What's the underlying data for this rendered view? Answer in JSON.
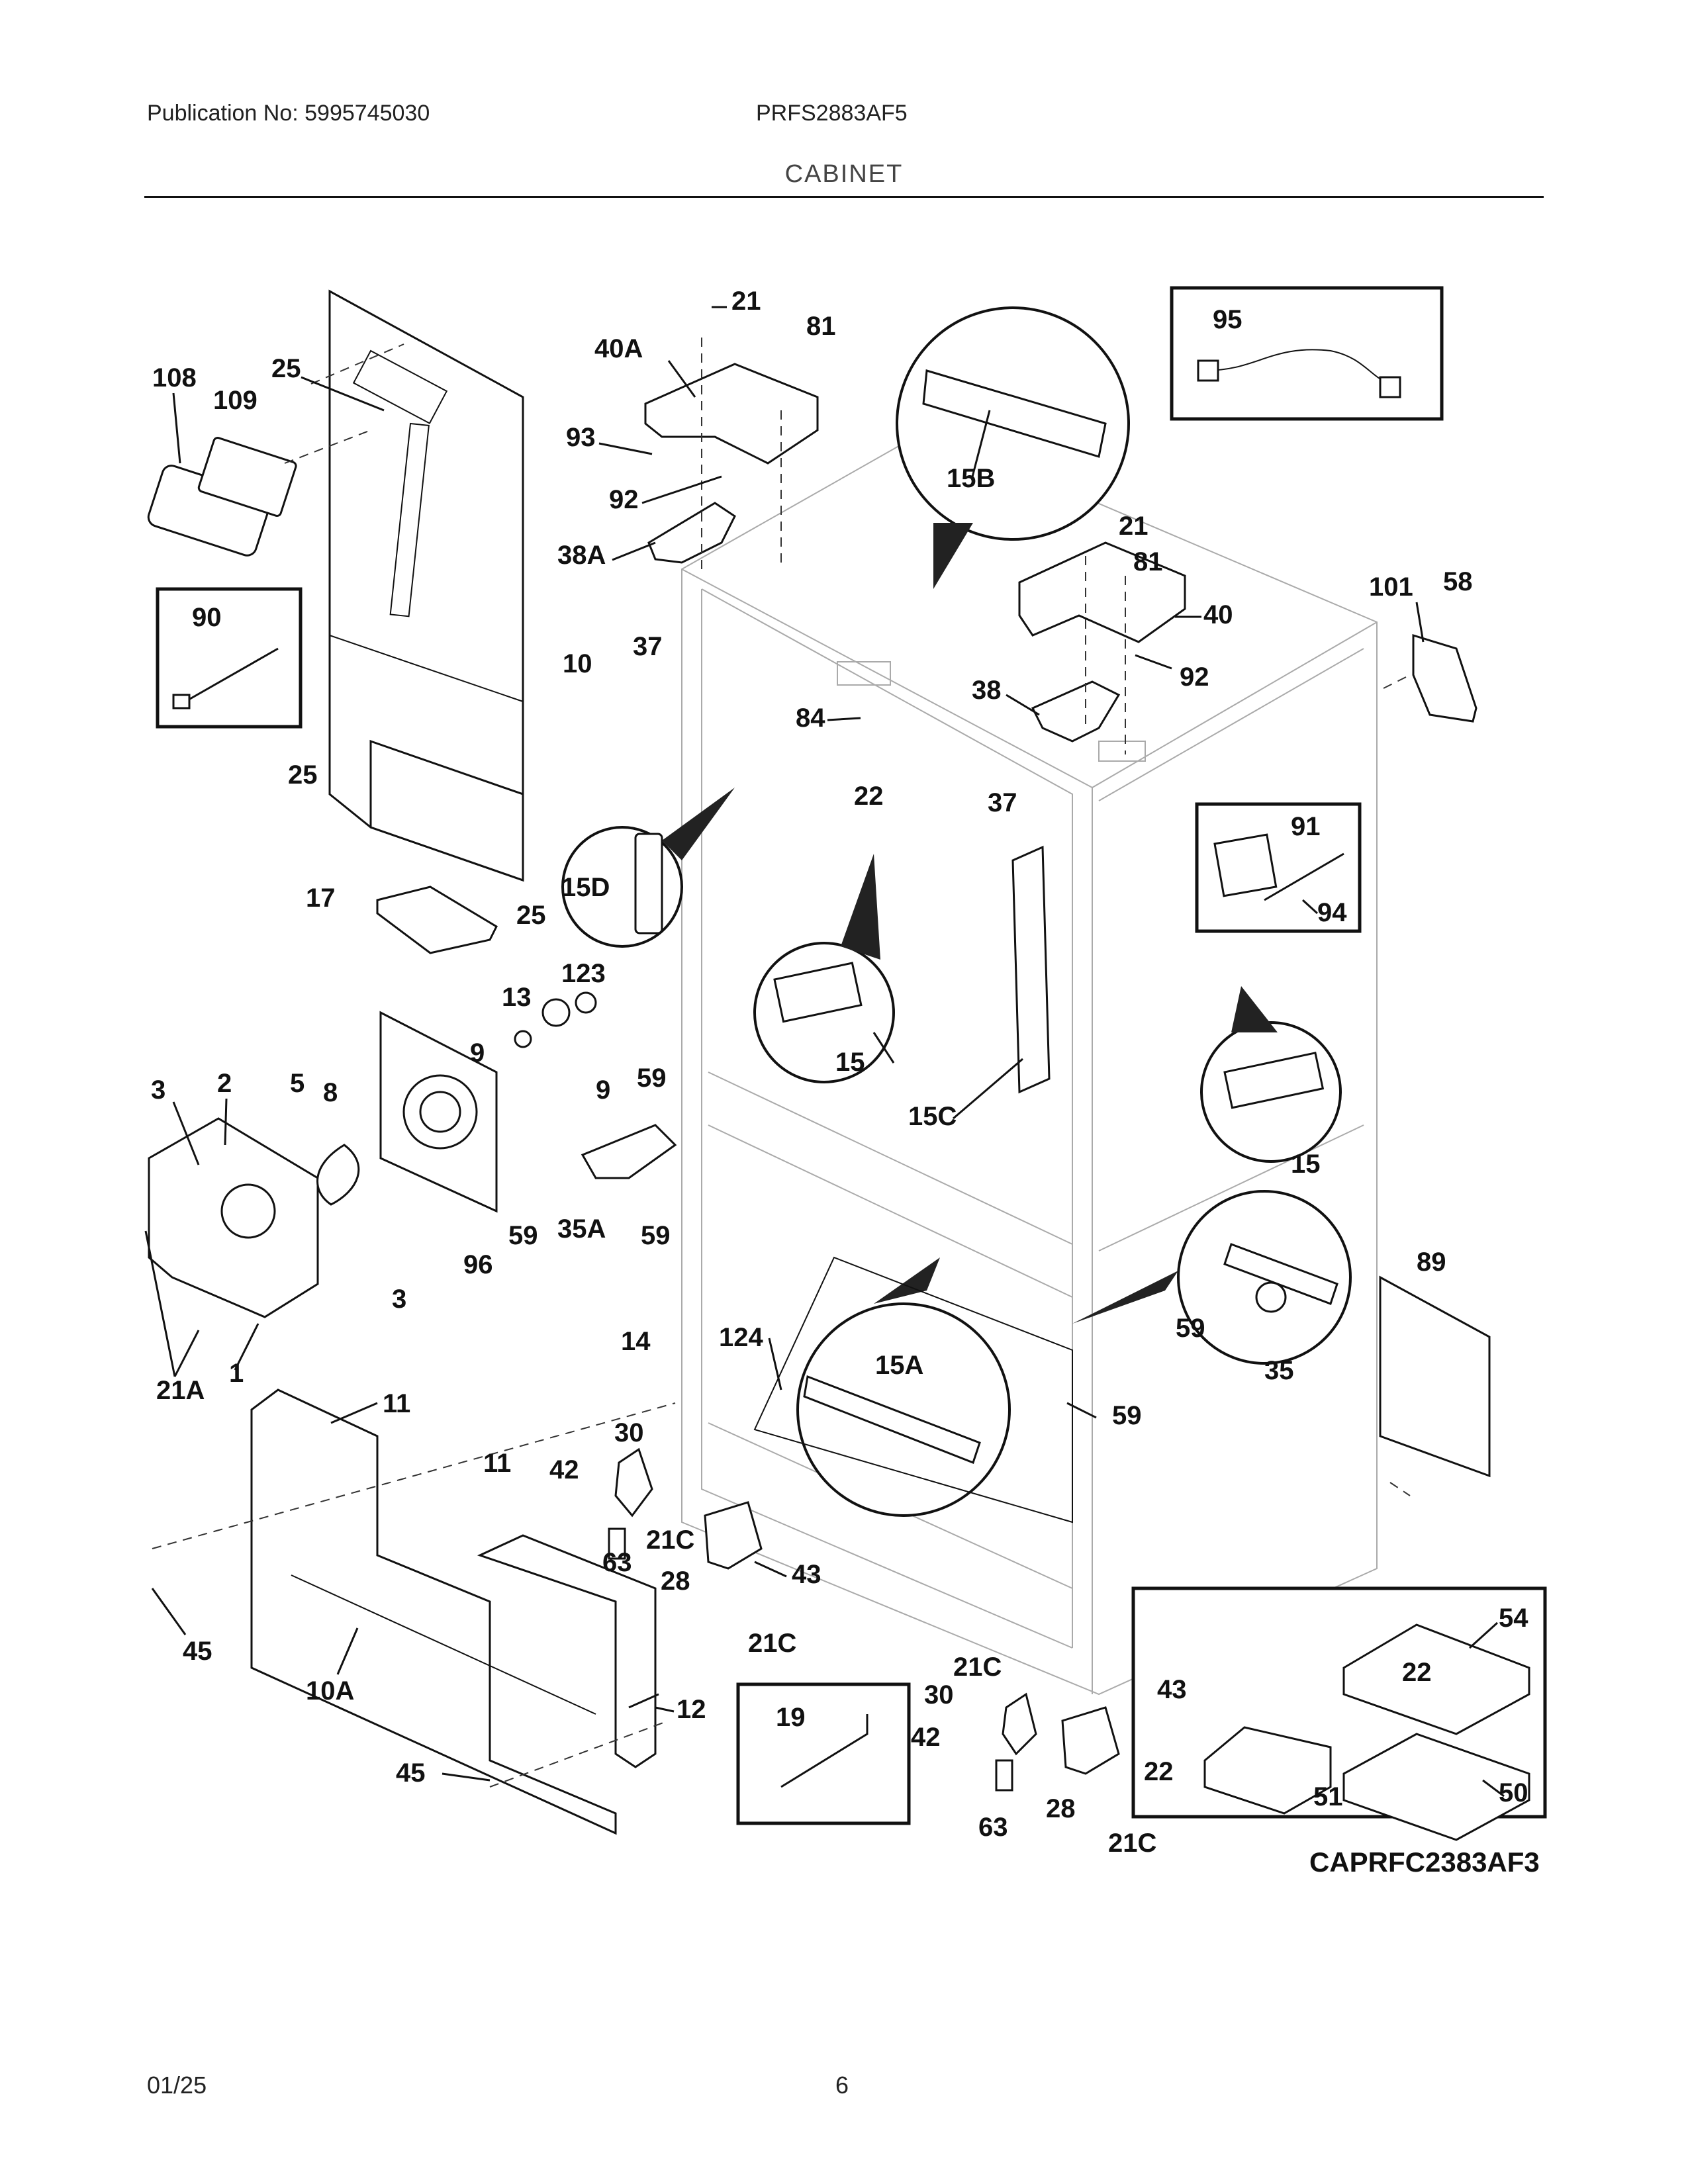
{
  "header": {
    "publication": "Publication No: 5995745030",
    "model": "PRFS2883AF5",
    "section_title": "CABINET"
  },
  "diagram": {
    "code": "CAPRFC2383AF3",
    "callouts": [
      "108",
      "25",
      "109",
      "90",
      "25",
      "17",
      "25",
      "10",
      "21",
      "81",
      "40A",
      "93",
      "92",
      "38A",
      "37",
      "15B",
      "95",
      "21",
      "81",
      "40",
      "92",
      "38",
      "101",
      "58",
      "84",
      "22",
      "37",
      "91",
      "94",
      "15D",
      "13",
      "123",
      "9",
      "9",
      "15",
      "15C",
      "15",
      "3",
      "2",
      "5",
      "8",
      "59",
      "59",
      "35A",
      "59",
      "96",
      "3",
      "14",
      "21A",
      "1",
      "11",
      "89",
      "59",
      "35",
      "124",
      "15A",
      "59",
      "30",
      "42",
      "21C",
      "63",
      "28",
      "43",
      "11",
      "21C",
      "45",
      "10A",
      "12",
      "45",
      "19",
      "21C",
      "30",
      "42",
      "63",
      "28",
      "21C",
      "43",
      "54",
      "22",
      "22",
      "51",
      "50"
    ]
  },
  "footer": {
    "date": "01/25",
    "page": "6"
  }
}
